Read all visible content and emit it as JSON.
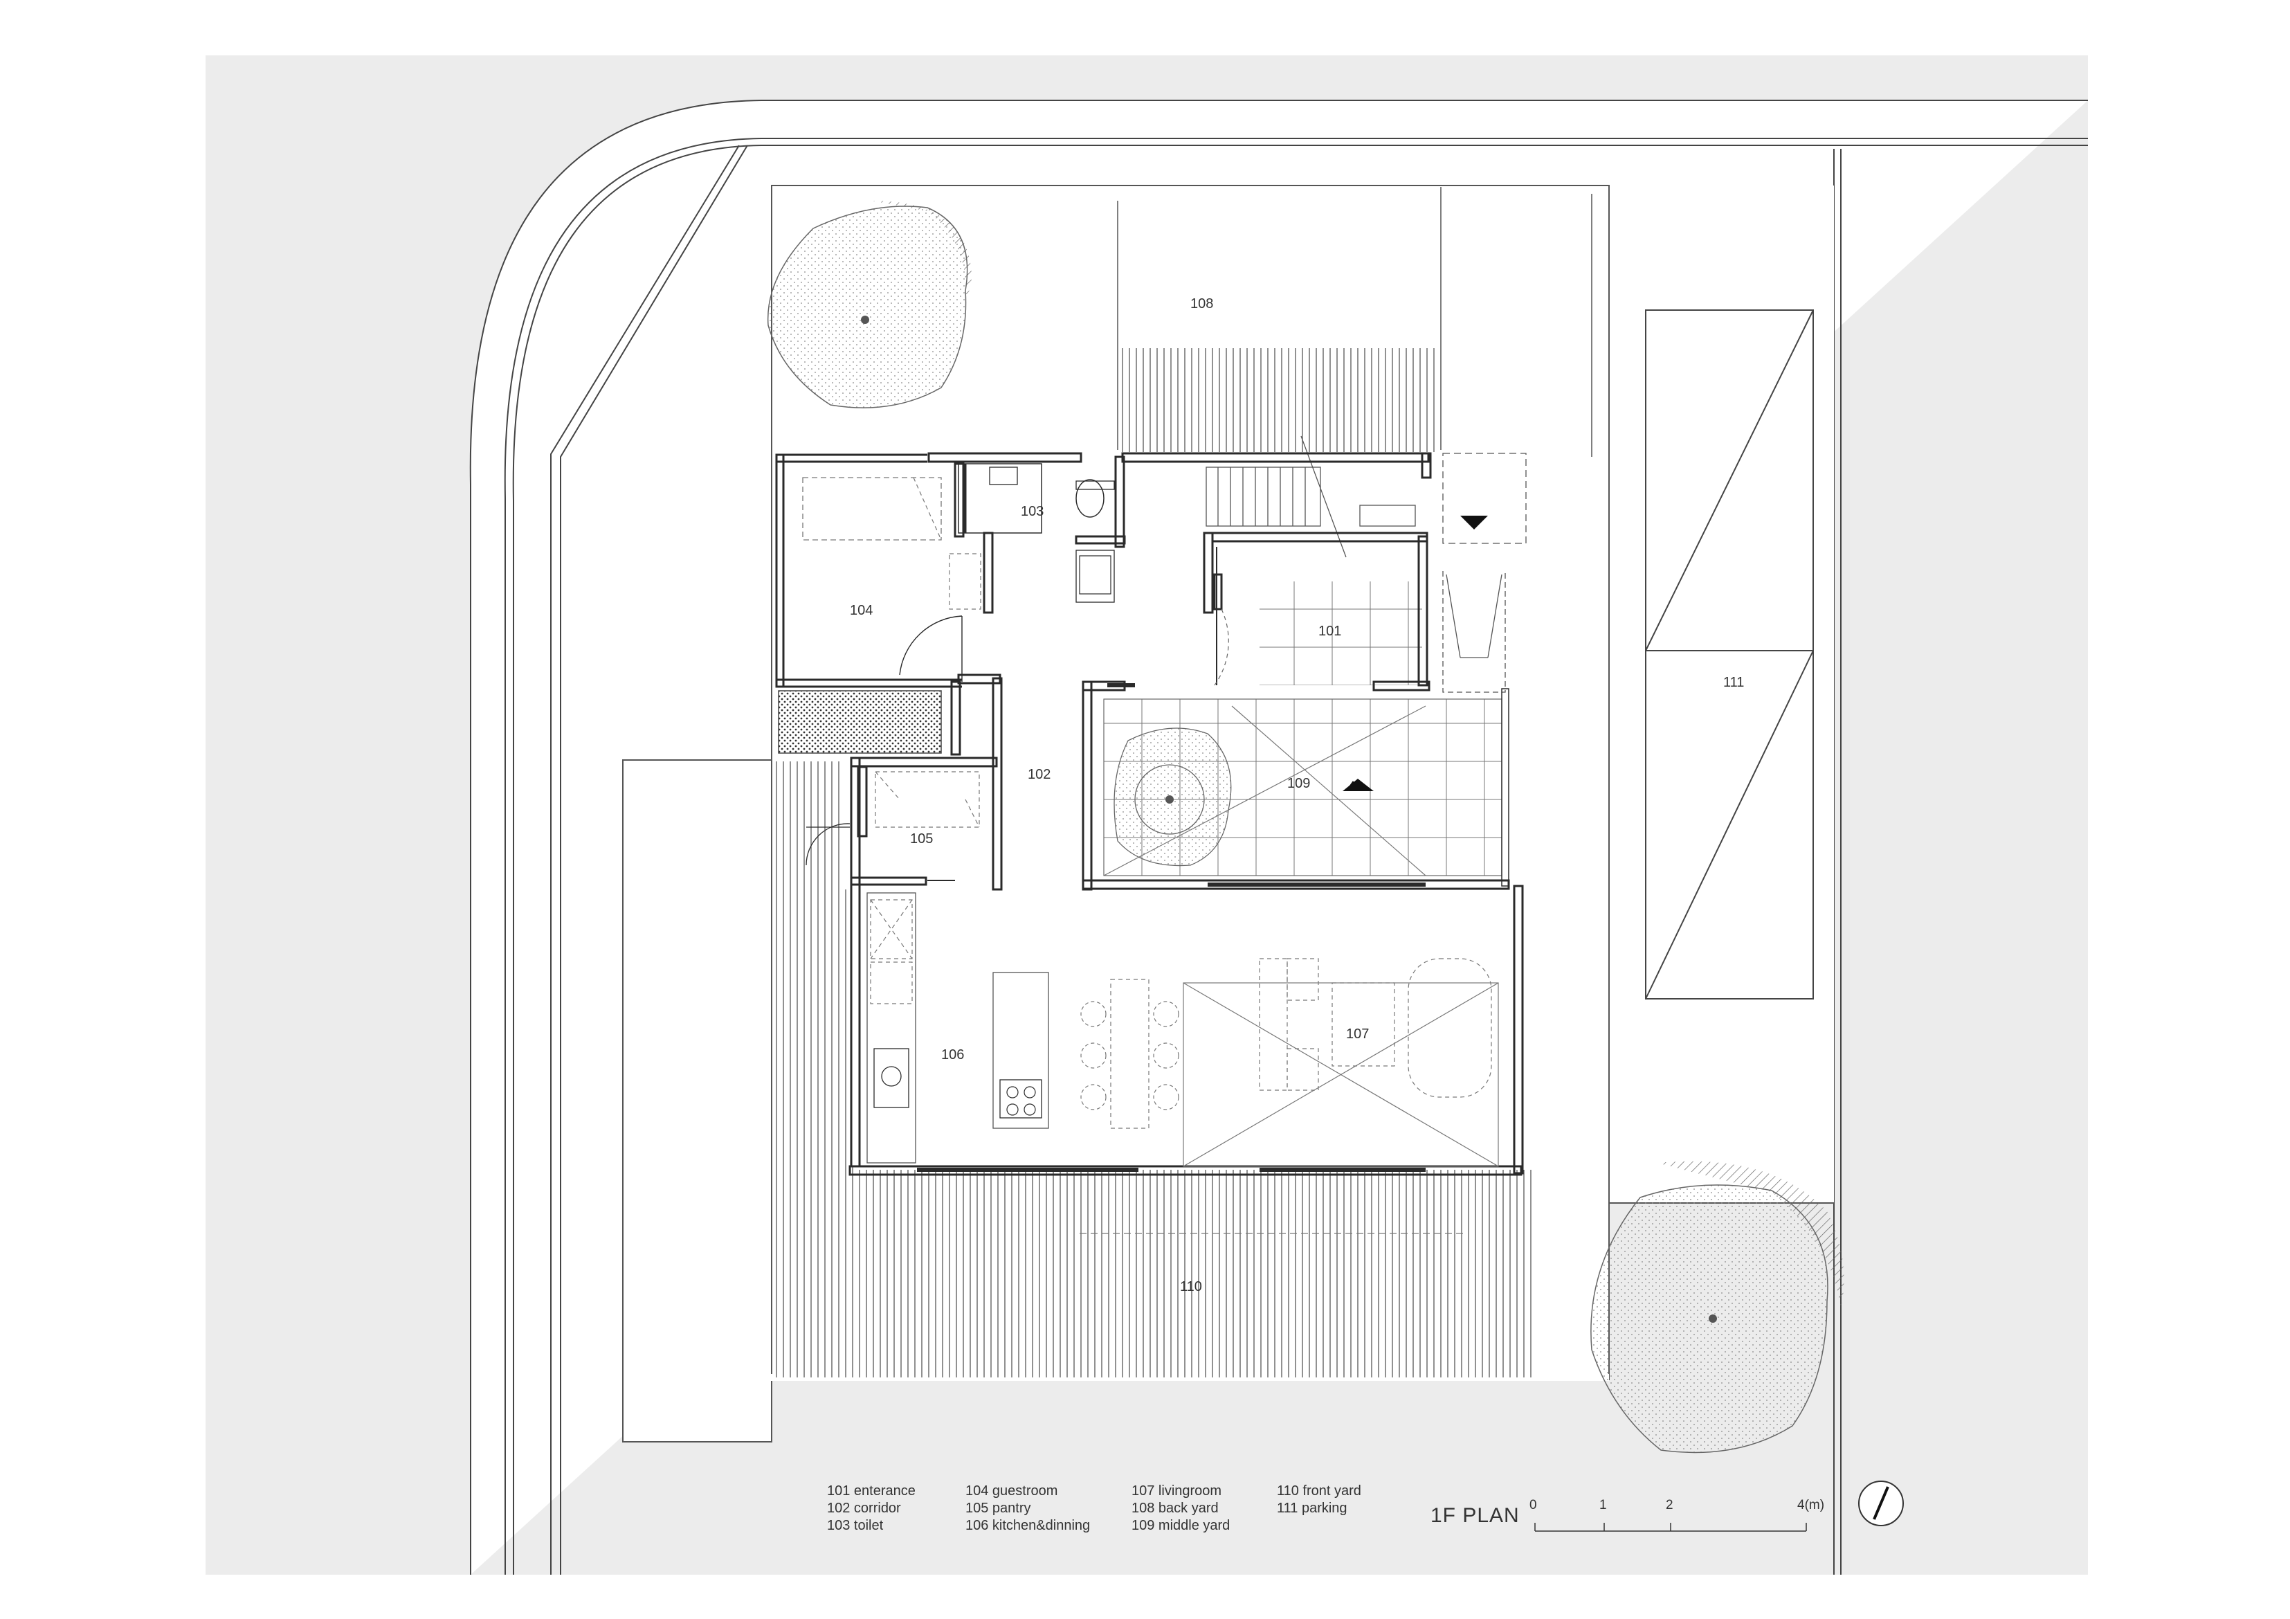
{
  "rooms": {
    "r101": "101",
    "r102": "102",
    "r103": "103",
    "r104": "104",
    "r105": "105",
    "r106": "106",
    "r107": "107",
    "r108": "108",
    "r109": "109",
    "r110": "110",
    "r111": "111"
  },
  "legend": {
    "col1": [
      "101 enterance",
      "102 corridor",
      "103 toilet"
    ],
    "col2": [
      "104 guestroom",
      "105 pantry",
      "106 kitchen&dinning"
    ],
    "col3": [
      "107 livingroom",
      "108 back yard",
      "109 middle yard"
    ],
    "col4": [
      "110 front yard",
      "111 parking"
    ]
  },
  "title": "1F PLAN",
  "scale": {
    "ticks": [
      "0",
      "1",
      "2",
      "4(m)"
    ]
  },
  "colors": {
    "site_fill": "#ececec",
    "line": "#333333",
    "wall": "#2a2a2a"
  }
}
